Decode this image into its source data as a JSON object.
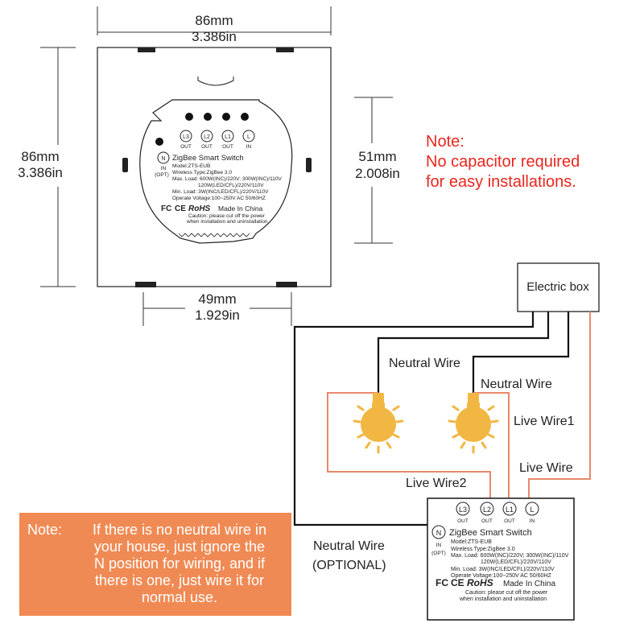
{
  "dimensions": {
    "width_mm": "86mm",
    "width_in": "3.386in",
    "height_mm": "86mm",
    "height_in": "3.386in",
    "module_height_mm": "51mm",
    "module_height_in": "2.008in",
    "module_width_mm": "49mm",
    "module_width_in": "1.929in"
  },
  "module": {
    "terminals": [
      "L3",
      "L2",
      "L1",
      "L"
    ],
    "terminal_sub": [
      "OUT",
      "OUT",
      "OUT",
      "IN"
    ],
    "neutral_terminal": "N",
    "neutral_sub1": "IN",
    "neutral_sub2": "(OPT)",
    "title": "ZigBee Smart Switch",
    "model": "Model:ZTS-EUB",
    "wireless": "Wireless Type:ZigBee 3.0",
    "max_load_1": "Max. Load: 600W(INC)/220V; 300W(INC)/110V",
    "max_load_2": "120W(LED/CFL)/220V/110V",
    "min_load": "Min. Load: 3W(INC/LED/CFL)/220V/110V",
    "voltage": "Operate Voltage:100~250V AC 50/60HZ",
    "cert_fc": "FC",
    "cert_ce": "CE",
    "cert_rohs": "RoHS",
    "made_in": "Made In China",
    "caution_1": "Caution: please cut off the power",
    "caution_2": "when installation and uninstallation"
  },
  "capacitor_note": {
    "line1": "Note:",
    "line2": "No capacitor required",
    "line3": "for easy installations."
  },
  "wiring": {
    "electric_box": "Electric box",
    "neutral_wire_1": "Neutral Wire",
    "neutral_wire_2": "Neutral Wire",
    "live_wire_1": "Live Wire1",
    "live_wire": "Live Wire",
    "live_wire_2": "Live Wire2",
    "neutral_optional_1": "Neutral Wire",
    "neutral_optional_2": "(OPTIONAL)"
  },
  "neutral_note": {
    "label": "Note:",
    "text": "If there is no neutral wire in\nyour house, just ignore the\nN position for wiring, and if\nthere is one, just wire it for\nnormal use."
  },
  "colors": {
    "red_note": "#e8271f",
    "orange_wire": "#e8896a",
    "note_box": "#f08a54",
    "bulb": "#f2b743",
    "black": "#111111"
  }
}
